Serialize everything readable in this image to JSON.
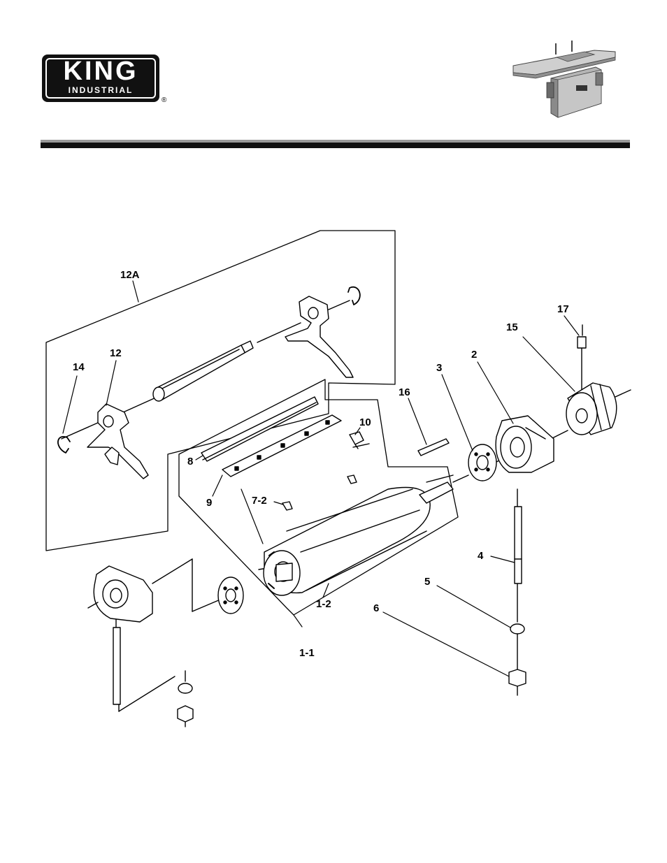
{
  "header": {
    "brand": "KING",
    "brand_sub": "INDUSTRIAL",
    "registered_mark": "®"
  },
  "diagram": {
    "part_labels": [
      {
        "id": "label-12A",
        "text": "12A"
      },
      {
        "id": "label-17",
        "text": "17"
      },
      {
        "id": "label-15",
        "text": "15"
      },
      {
        "id": "label-12",
        "text": "12"
      },
      {
        "id": "label-14",
        "text": "14"
      },
      {
        "id": "label-2",
        "text": "2"
      },
      {
        "id": "label-3",
        "text": "3"
      },
      {
        "id": "label-16",
        "text": "16"
      },
      {
        "id": "label-10",
        "text": "10"
      },
      {
        "id": "label-8",
        "text": "8"
      },
      {
        "id": "label-9",
        "text": "9"
      },
      {
        "id": "label-7-2",
        "text": "7-2"
      },
      {
        "id": "label-4",
        "text": "4"
      },
      {
        "id": "label-5",
        "text": "5"
      },
      {
        "id": "label-6",
        "text": "6"
      },
      {
        "id": "label-1-2",
        "text": "1-2"
      },
      {
        "id": "label-1-1",
        "text": "1-1"
      }
    ]
  }
}
